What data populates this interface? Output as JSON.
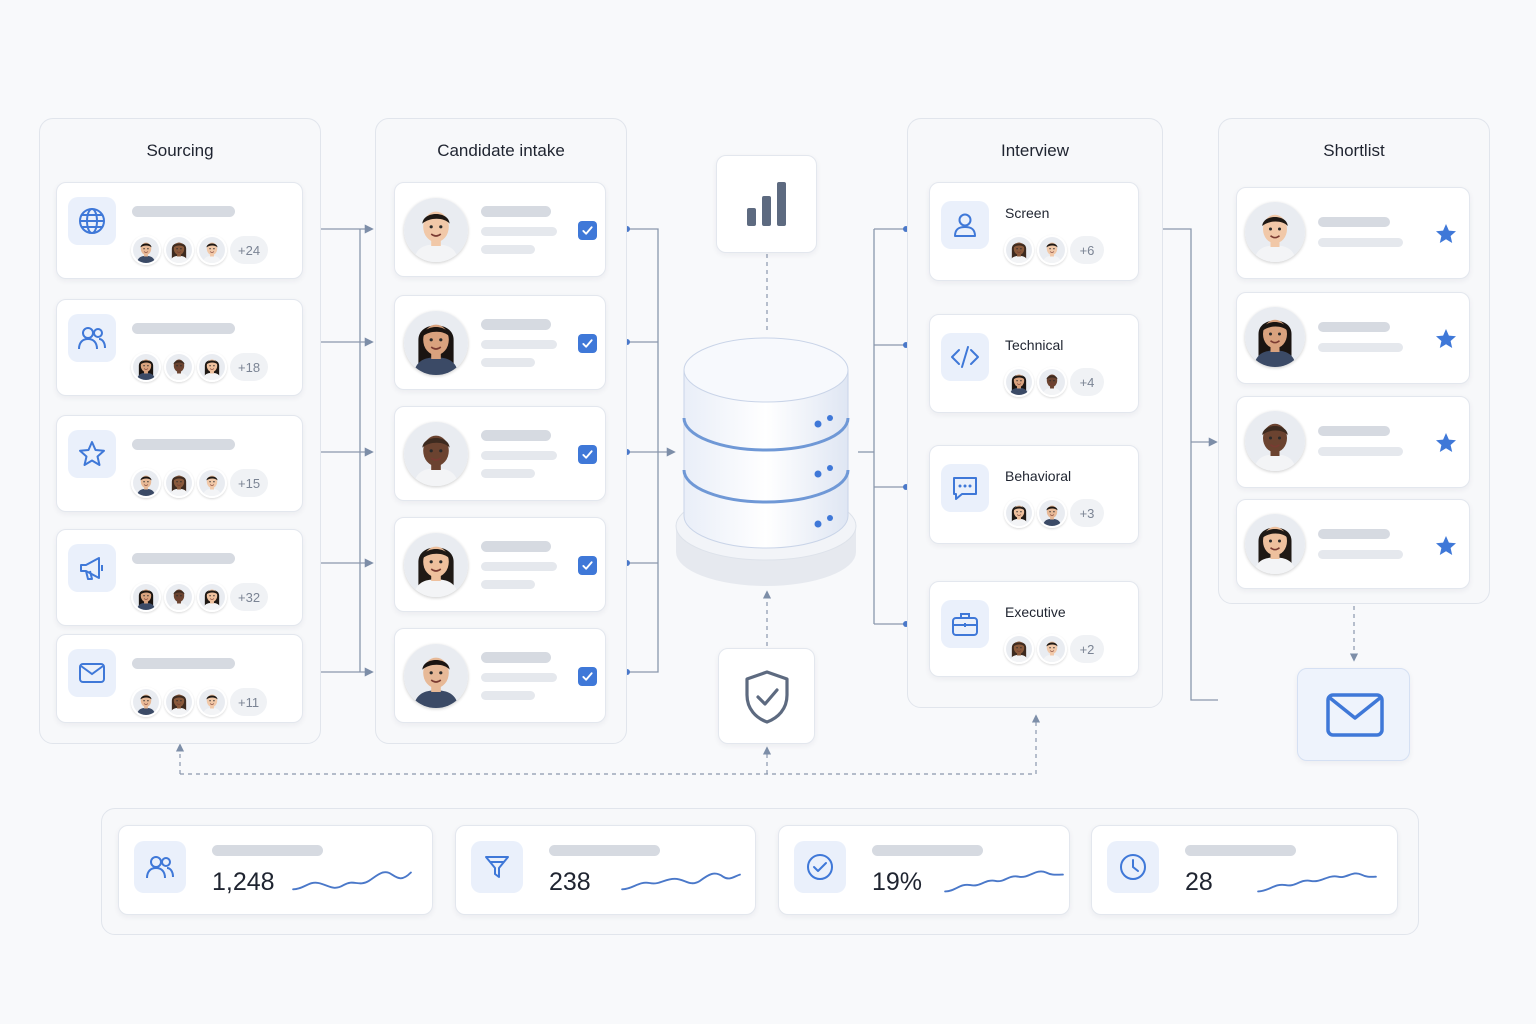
{
  "sourcing": {
    "title": "Sourcing",
    "channels": [
      {
        "icon": "globe-icon",
        "count": "+24"
      },
      {
        "icon": "users-icon",
        "count": "+18"
      },
      {
        "icon": "star-icon",
        "count": "+15"
      },
      {
        "icon": "megaphone-icon",
        "count": "+32"
      },
      {
        "icon": "mail-icon",
        "count": "+11"
      }
    ]
  },
  "intake": {
    "title": "Candidate intake",
    "candidates": 5
  },
  "interview": {
    "title": "Interview",
    "stages": [
      {
        "label": "Screen",
        "icon": "user-icon",
        "count": "+6"
      },
      {
        "label": "Technical",
        "icon": "code-icon",
        "count": "+4"
      },
      {
        "label": "Behavioral",
        "icon": "chat-icon",
        "count": "+3"
      },
      {
        "label": "Executive",
        "icon": "briefcase-icon",
        "count": "+2"
      }
    ]
  },
  "shortlist": {
    "title": "Shortlist",
    "candidates": 4
  },
  "center": {
    "top_icon": "bar-chart-icon",
    "middle_icon": "database-icon",
    "bottom_icon": "shield-check-icon"
  },
  "output_icon": "mail-icon",
  "stats": [
    {
      "icon": "users-icon",
      "value": "1,248"
    },
    {
      "icon": "filter-icon",
      "value": "238"
    },
    {
      "icon": "check-circle-icon",
      "value": "19%"
    },
    {
      "icon": "clock-icon",
      "value": "28"
    }
  ],
  "colors": {
    "accent": "#3f78d8",
    "icon_bg": "#eaf0fb",
    "connector": "#6e8fc7",
    "placeholder_bar": "#d6dae1"
  }
}
